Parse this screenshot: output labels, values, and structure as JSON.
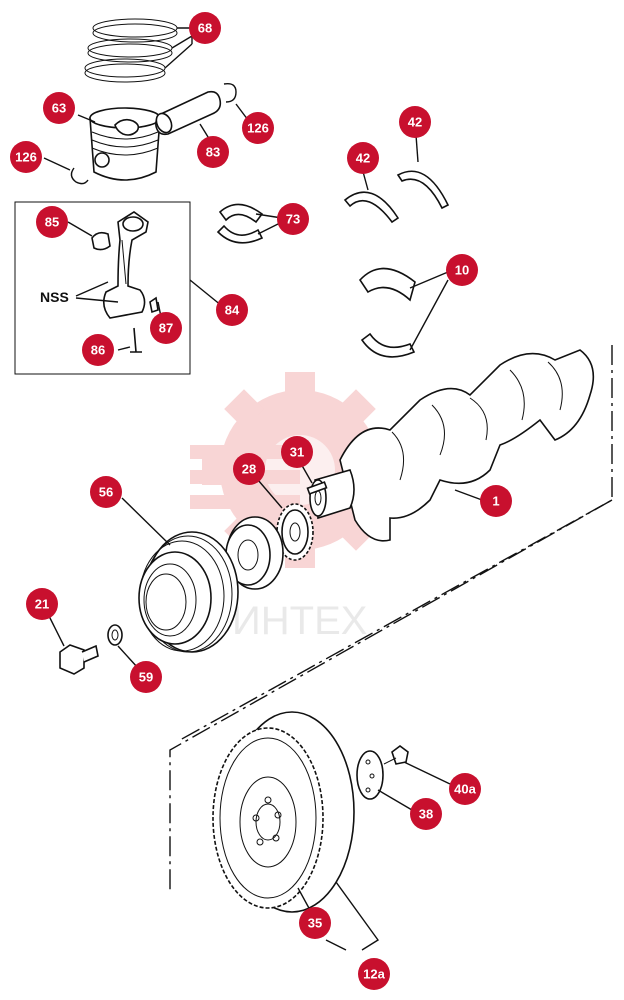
{
  "callouts": {
    "c68": "68",
    "c63": "63",
    "c83": "83",
    "c126a": "126",
    "c126b": "126",
    "c42a": "42",
    "c42b": "42",
    "c85": "85",
    "c73": "73",
    "c10": "10",
    "c84": "84",
    "c87": "87",
    "c86": "86",
    "c31": "31",
    "c28": "28",
    "c56": "56",
    "c1": "1",
    "c21": "21",
    "c59": "59",
    "c40a": "40a",
    "c38": "38",
    "c35": "35",
    "c12a": "12a"
  },
  "nss_label": "NSS",
  "watermark": {
    "text": "ИНТЕХ"
  },
  "colors": {
    "callout": "#c8102e",
    "line": "#111111",
    "watermark": "#f3b3b3"
  }
}
